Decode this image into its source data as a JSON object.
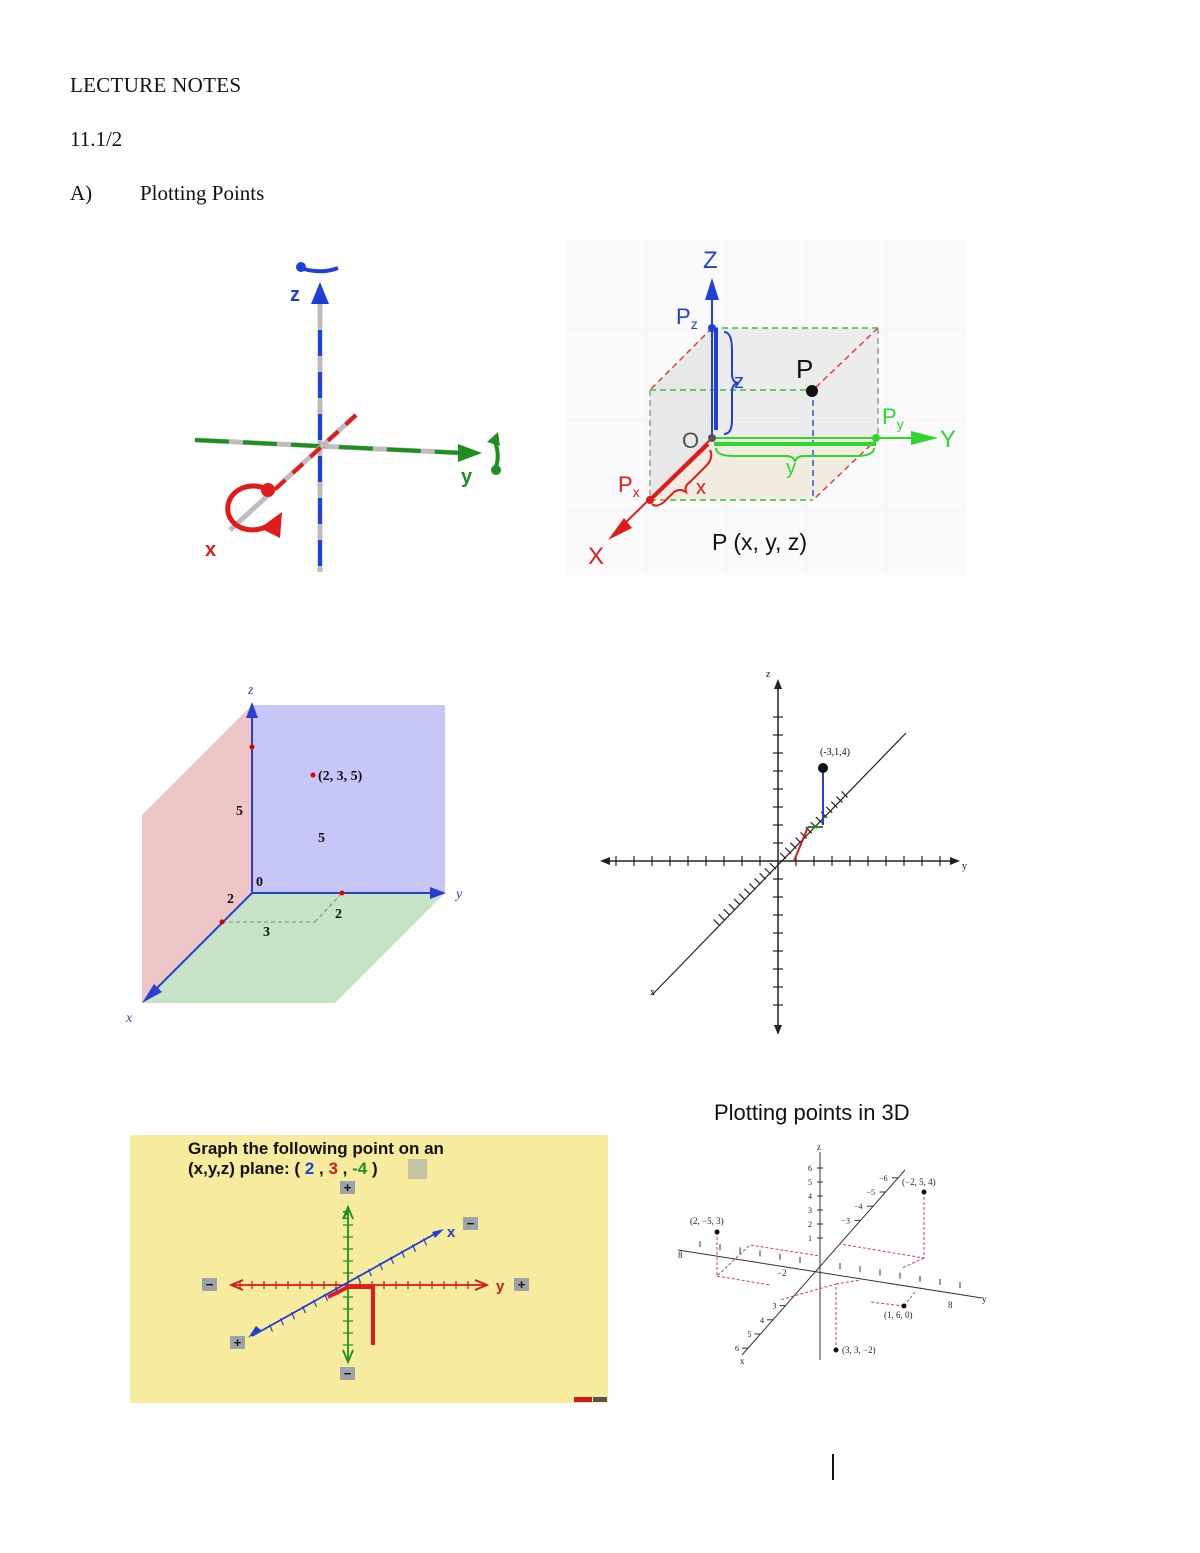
{
  "doc": {
    "title": "LECTURE NOTES",
    "section": "11.1/2",
    "heading_label": "A)",
    "heading_text": "Plotting Points"
  },
  "fig1": {
    "z": "z",
    "y": "y",
    "x": "x",
    "colors": {
      "x": "#e01b1b",
      "y": "#1e8f1e",
      "z": "#1f3fd6"
    }
  },
  "fig2": {
    "Z": "Z",
    "Y": "Y",
    "X": "X",
    "O": "O",
    "P": "P",
    "Pz": "P",
    "Pz_sub": "z",
    "Py": "P",
    "Py_sub": "y",
    "Px": "P",
    "Px_sub": "x",
    "z": "z",
    "y": "y",
    "x": "x",
    "caption": "P (x, y, z)"
  },
  "fig3": {
    "z": "z",
    "y": "y",
    "x": "x",
    "point": "(2, 3, 5)",
    "five_axis": "5",
    "five_plane": "5",
    "zero": "0",
    "two_x": "2",
    "two_y": "2",
    "three": "3"
  },
  "fig4": {
    "z": "z",
    "y": "y",
    "x": "x",
    "point": "(-3,1,4)"
  },
  "fig5": {
    "line1": "Graph the following point on an",
    "line2a": "(x,y,z)  plane: ( ",
    "v1": "2",
    "sep1": " , ",
    "v2": "3",
    "sep2": " , ",
    "v3": "-4",
    "close": " )",
    "z": "z",
    "x": "x",
    "y": "y",
    "plus": "+",
    "minus": "−"
  },
  "fig6": {
    "title": "Plotting points in 3D",
    "p1": "(2, −5, 3)",
    "p2": "(−2, 5, 4)",
    "p3": "(1, 6, 0)",
    "p4": "(3, 3, −2)",
    "ticks_z": [
      "6",
      "5",
      "4",
      "3",
      "2",
      "1"
    ],
    "ticks_back": [
      "−6",
      "−5",
      "−4",
      "−3"
    ],
    "ticks_front": [
      "3",
      "4",
      "5",
      "6"
    ],
    "neg2": "−2",
    "y8": "8",
    "x8": "8",
    "y": "y",
    "x": "x",
    "z": "z"
  }
}
